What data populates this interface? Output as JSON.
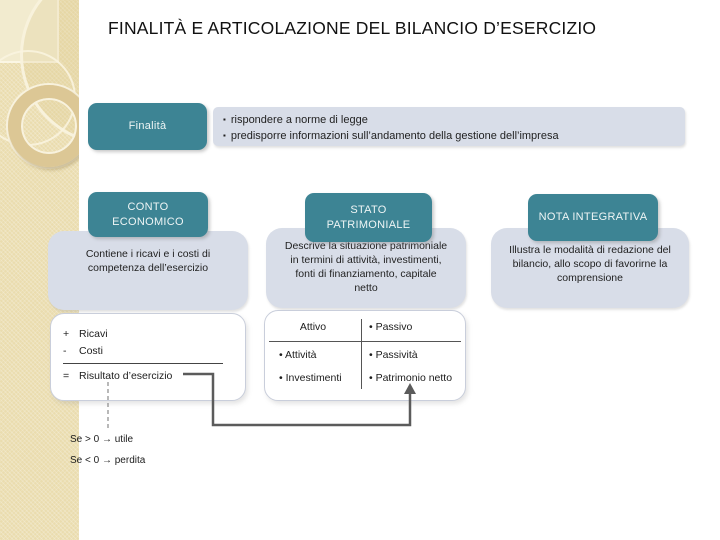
{
  "title": "FINALITÀ E ARTICOLAZIONE DEL BILANCIO D’ESERCIZIO",
  "finalita": {
    "label": "Finalità",
    "bullets": [
      "rispondere a norme di legge",
      "predisporre informazioni sull’andamento della gestione dell’impresa"
    ]
  },
  "sections": {
    "conto_economico": {
      "header": "CONTO ECONOMICO",
      "description": "Contiene i ricavi e i costi di competenza dell’esercizio"
    },
    "stato_patrimoniale": {
      "header": "STATO PATRIMONIALE",
      "description": "Descrive la situazione patrimoniale in termini di attività, investimenti, fonti di finanziamento, capitale netto"
    },
    "nota_integrativa": {
      "header": "NOTA INTEGRATIVA",
      "description": "Illustra le modalità di redazione del bilancio, allo scopo di favorirne la comprensione"
    }
  },
  "income_calc": {
    "rows": [
      {
        "sign": "+",
        "label": "Ricavi"
      },
      {
        "sign": "-",
        "label": "Costi"
      },
      {
        "sign": "=",
        "label": "Risultato d’esercizio"
      }
    ],
    "conditions": [
      "Se > 0 → utile",
      "Se < 0 → perdita"
    ]
  },
  "balance_table": {
    "header_left": "Attivo",
    "header_right": "Passivo",
    "rows": [
      {
        "left": "Attività",
        "right": "Passività"
      },
      {
        "left": "Investimenti",
        "right": "Patrimonio netto"
      }
    ]
  },
  "colors": {
    "teal": "#3d8494",
    "light_box": "#d8dde8",
    "sidebar_tan": "#eadcae",
    "connector_gray": "#5b5b5b"
  }
}
